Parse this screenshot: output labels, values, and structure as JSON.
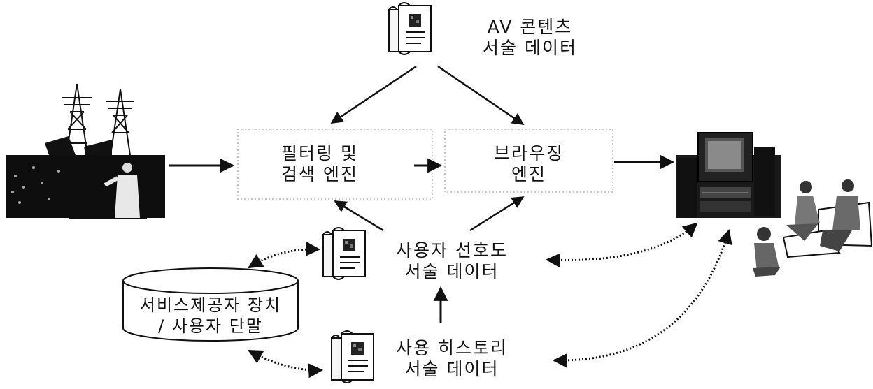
{
  "labels": {
    "av_content": [
      "AV 콘텐츠",
      "서술 데이터"
    ],
    "filter_engine": [
      "필터링 및",
      "검색 엔진"
    ],
    "browse_engine": [
      "브라우징",
      "엔진"
    ],
    "user_pref": [
      "사용자 선호도",
      "서술 데이터"
    ],
    "usage_history": [
      "사용 히스토리",
      "서술 데이터"
    ],
    "provider_device": [
      "서비스제공자 장치",
      "/ 사용자 단말"
    ]
  },
  "colors": {
    "line": "#111111",
    "box_border": "#c8c8c8",
    "document_paper": "#f6f6f6"
  },
  "icons": [
    "broadcast-source-image-icon",
    "document-scroll-icon",
    "television-set-icon",
    "family-viewers-icon",
    "database-cylinder-icon"
  ]
}
